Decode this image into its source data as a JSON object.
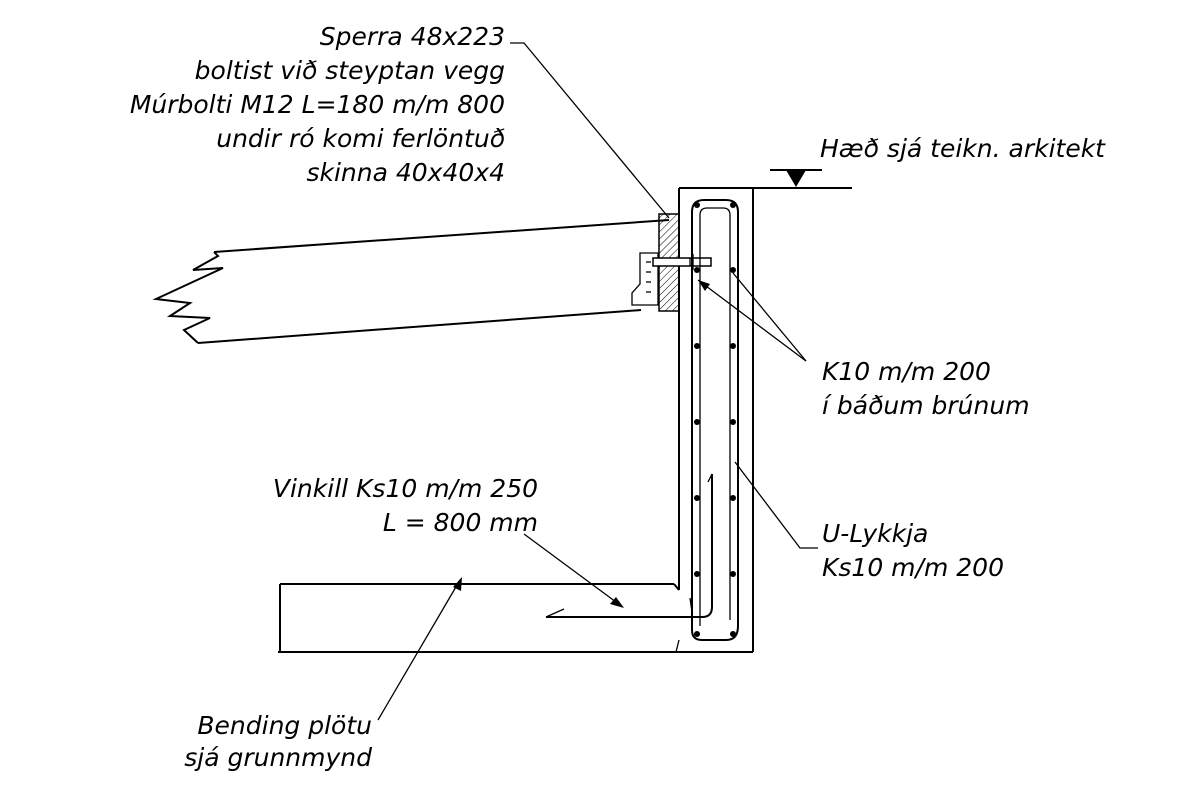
{
  "labels": {
    "sperra": [
      "Sperra 48x223",
      "boltist við steyptan vegg",
      "Múrbolti M12 L=180 m/m 800",
      "undir ró komi ferlöntuð",
      "skinna 40x40x4"
    ],
    "haed": "Hæð sjá teikn. arkitekt",
    "k10": [
      "K10 m/m 200",
      "í báðum brúnum"
    ],
    "vinkill": [
      "Vinkill Ks10 m/m 250",
      "L = 800 mm"
    ],
    "ulykkja": [
      "U-Lykkja",
      "Ks10 m/m 200"
    ],
    "bending": [
      "Bending plötu",
      "sjá grunnmynd"
    ]
  }
}
